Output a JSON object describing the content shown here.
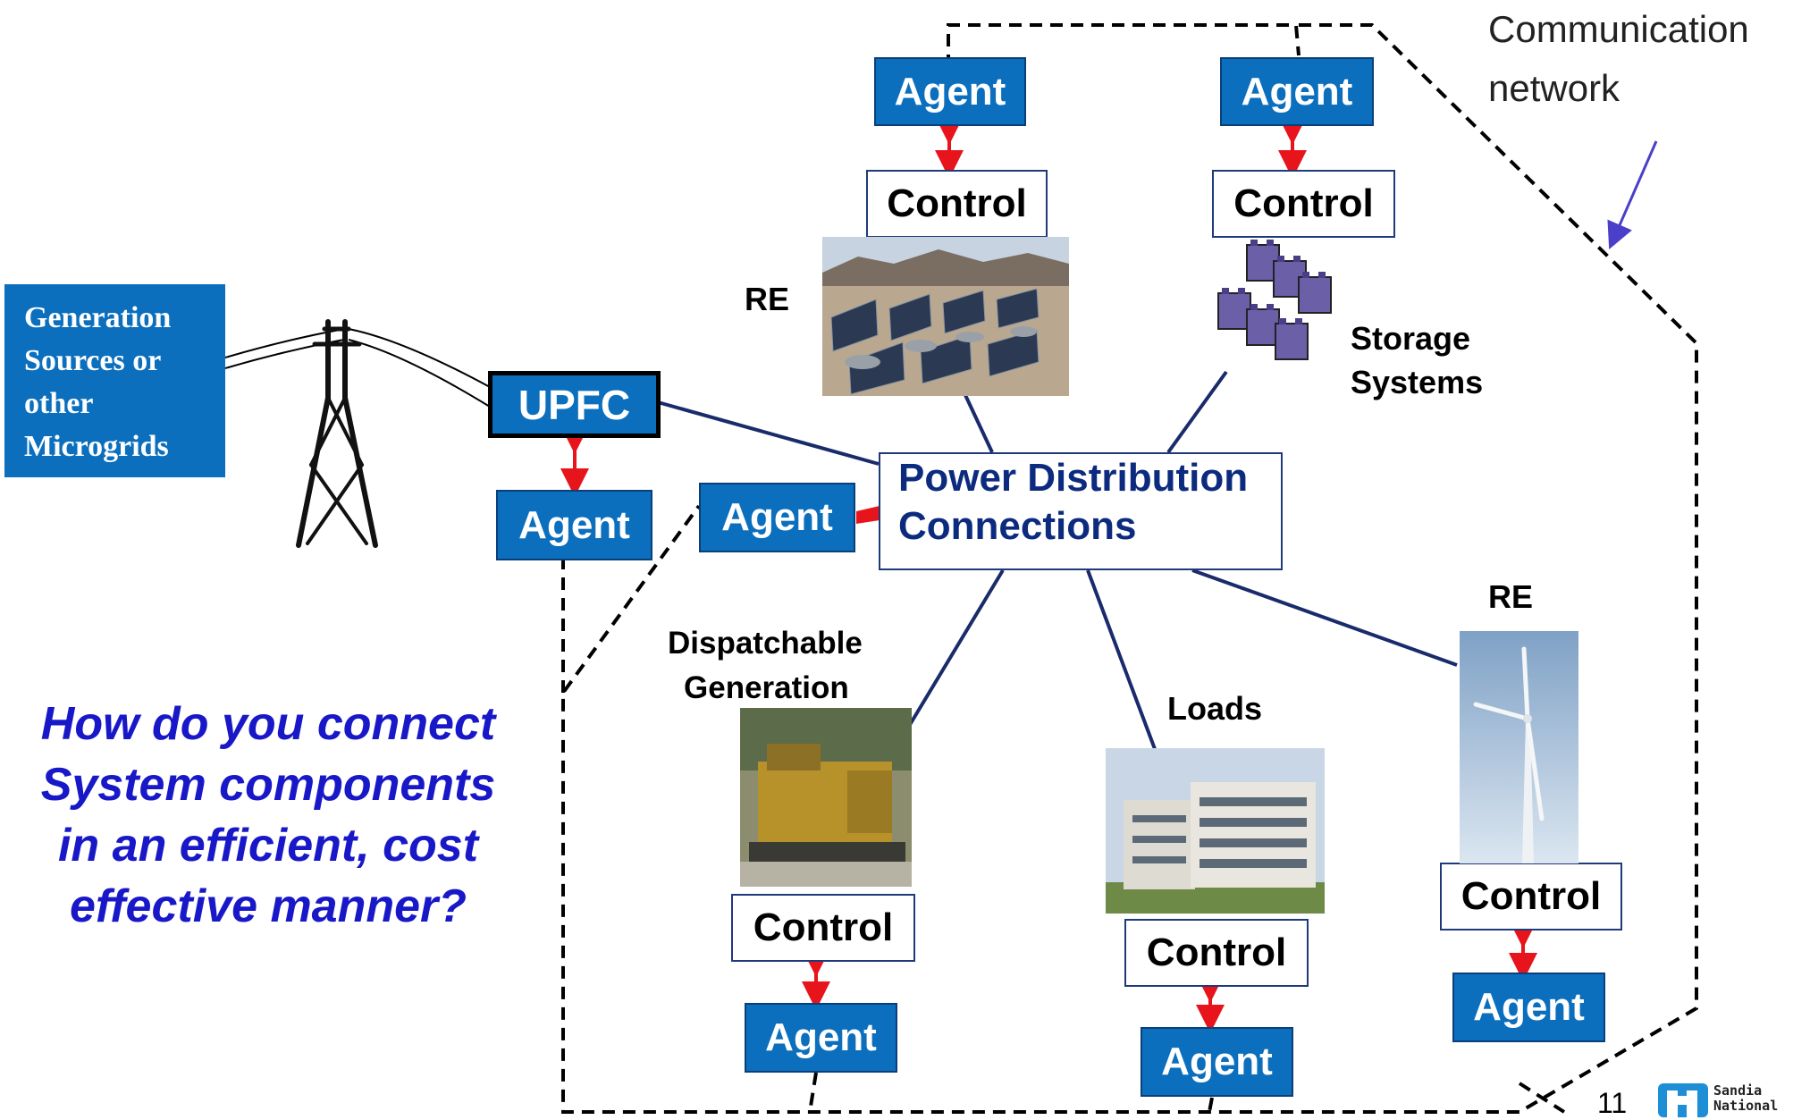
{
  "generation_box": {
    "lines": [
      "Generation",
      "Sources or",
      "other",
      "Microgrids"
    ]
  },
  "upfc_label": "UPFC",
  "agent_label": "Agent",
  "control_label": "Control",
  "pdc": {
    "line1": "Power Distribution",
    "line2": "Connections"
  },
  "labels": {
    "re_solar": "RE",
    "storage_1": "Storage",
    "storage_2": "Systems",
    "dispatchable_1": "Dispatchable",
    "dispatchable_2": "Generation",
    "loads": "Loads",
    "re_wind": "RE"
  },
  "communication": {
    "line1": "Communication",
    "line2": "network"
  },
  "question": {
    "lines": [
      "How do you connect",
      "System components",
      "in an efficient, cost",
      "effective manner?"
    ]
  },
  "page_number": "11",
  "logo": {
    "line1": "Sandia",
    "line2": "National"
  },
  "colors": {
    "agent_blue": "#0b6fbd",
    "question_blue": "#1818c8",
    "arrow_red": "#e8141b",
    "line_navy": "#1a2b6b"
  }
}
